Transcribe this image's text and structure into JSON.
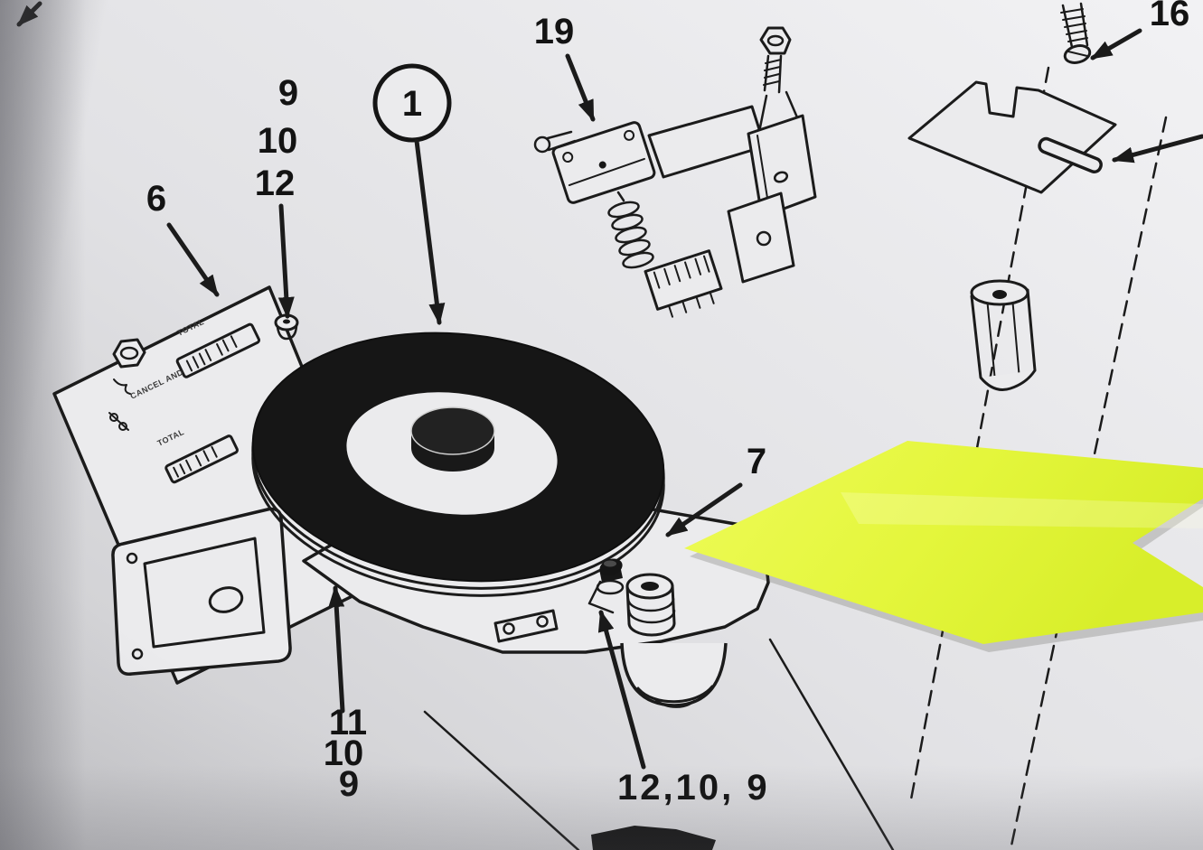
{
  "figure": {
    "callouts": {
      "item1": "1",
      "item6": "6",
      "item7": "7",
      "item9_top": "9",
      "item10_top": "10",
      "item12_top": "12",
      "item11_left": "11",
      "item10_left": "10",
      "item9_left": "9",
      "item19": "19",
      "item16": "16",
      "group_12_10_9": "12,10, 9"
    },
    "plate_labels": {
      "slot_top": "TOTAL",
      "mid": "CANCEL AND",
      "slot_bottom": "TOTAL"
    },
    "colors": {
      "highlighter_arrow": "#e7f93f",
      "ink": "#1a1a1a",
      "paper_light": "#f1f1f3",
      "paper_shadow": "#c7c7ca"
    }
  }
}
